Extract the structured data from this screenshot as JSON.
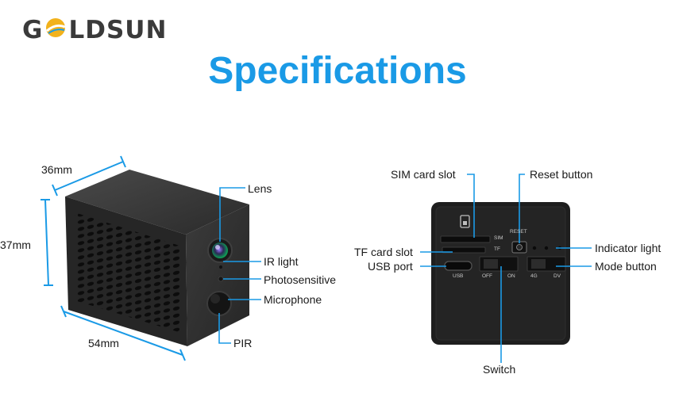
{
  "brand": {
    "name_prefix": "G",
    "name_suffix": "LDSUN",
    "colors": {
      "text": "#3a3a3a",
      "sun": "#f2b21c",
      "ring": "#1a9ae6"
    }
  },
  "title": "Specifications",
  "title_color": "#1a9ae6",
  "left_view": {
    "dimensions": {
      "depth": "36mm",
      "height": "37mm",
      "width": "54mm"
    },
    "callouts": {
      "lens": "Lens",
      "ir_light": "IR light",
      "photosensitive": "Photosensitive",
      "microphone": "Microphone",
      "pir": "PIR"
    }
  },
  "right_view": {
    "callouts": {
      "sim_card_slot": "SIM card slot",
      "reset_button": "Reset button",
      "tf_card_slot": "TF card slot",
      "usb_port": "USB port",
      "indicator_light": "Indicator light",
      "mode_button": "Mode button",
      "switch": "Switch"
    },
    "panel_marks": {
      "sim": "SIM",
      "tf": "TF",
      "reset": "RESET",
      "usb": "USB",
      "off": "OFF",
      "on": "ON",
      "four_g": "4G",
      "dv": "DV"
    }
  },
  "line_color": "#1a9ae6"
}
